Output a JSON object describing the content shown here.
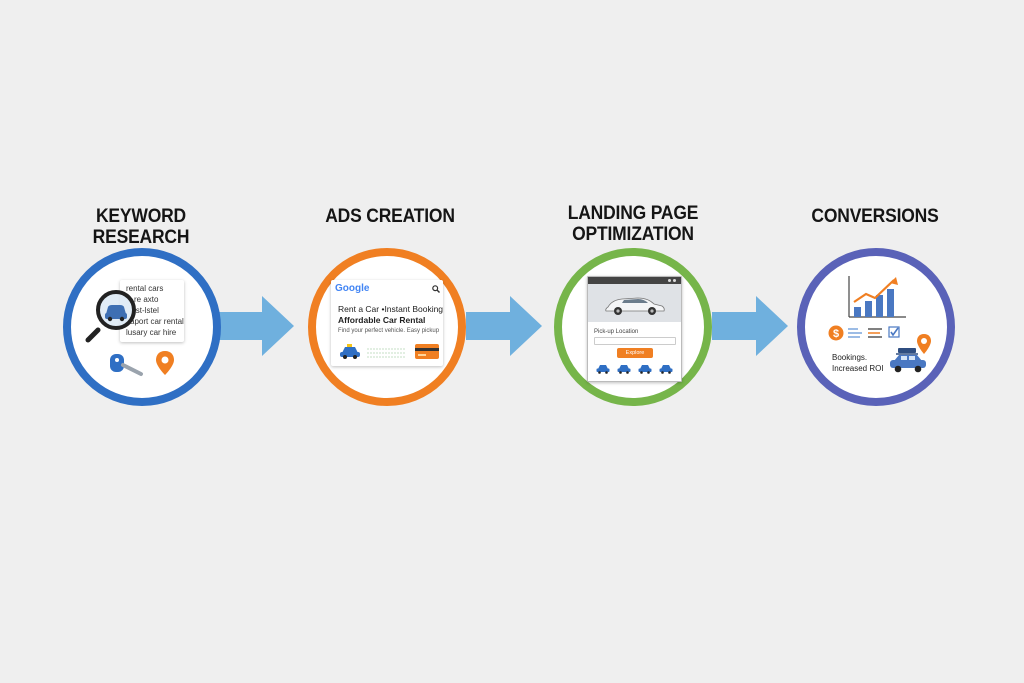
{
  "stages": [
    {
      "id": "keyword",
      "title": "KEYWORD RESEARCH",
      "color": "#2f6fc4"
    },
    {
      "id": "ads",
      "title": "ADS CREATION",
      "color": "#f07f22"
    },
    {
      "id": "landing",
      "title_line1": "LANDING PAGE",
      "title_line2": "OPTIMIZATION",
      "color": "#76b54a"
    },
    {
      "id": "conversions",
      "title": "CONVERSIONS",
      "color": "#5a62b8"
    }
  ],
  "keyword_card": {
    "keywords": [
      "rental cars",
      "re axto",
      "ist-lstel",
      "aport car rental",
      "lusary car hire"
    ]
  },
  "ad_card": {
    "brand": "Google",
    "headline1": "Rent a Car  •Instant Booking",
    "headline2": "Affordable Car Rental",
    "description": "Find your perfect vehicle. Easy pickup"
  },
  "landing_card": {
    "field_label": "Pick-up Location",
    "button_label": "Explore"
  },
  "conversions_card": {
    "line1": "Bookings.",
    "line2": "Increased ROI"
  },
  "arrow_color": "#6fb0de",
  "icons": [
    "magnifier-icon",
    "car-key-icon",
    "map-pin-icon",
    "car-icon",
    "credit-card-icon",
    "growth-chart-icon",
    "dollar-coin-icon",
    "checkbox-icon",
    "car-roof-luggage-icon"
  ]
}
